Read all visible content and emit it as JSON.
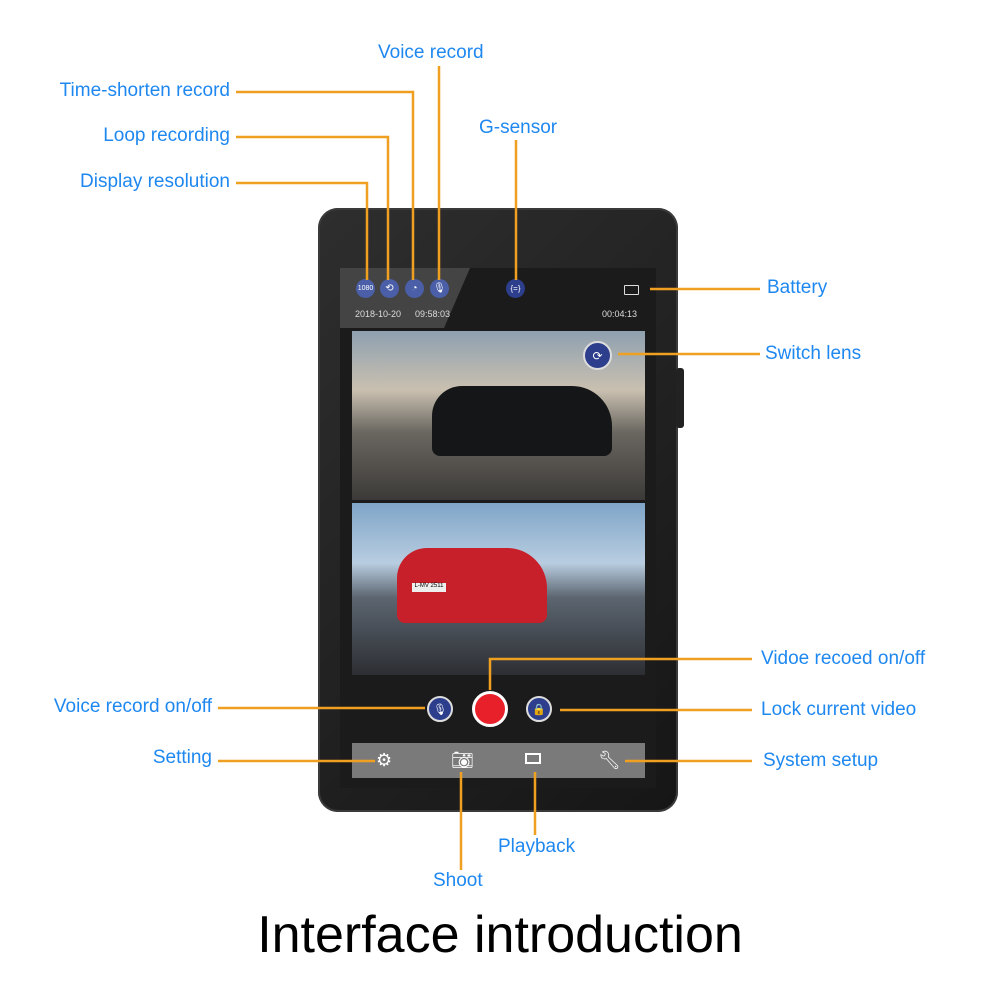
{
  "labels": {
    "voice_record": "Voice record",
    "time_shorten_record": "Time-shorten record",
    "loop_recording": "Loop recording",
    "display_resolution": "Display resolution",
    "g_sensor": "G-sensor",
    "battery": "Battery",
    "switch_lens": "Switch lens",
    "video_record_onoff": "Vidoe recoed on/off",
    "lock_current_video": "Lock current video",
    "voice_record_onoff": "Voice record on/off",
    "setting": "Setting",
    "system_setup": "System setup",
    "shoot": "Shoot",
    "playback": "Playback"
  },
  "screen": {
    "resolution_badge": "1080",
    "date": "2018-10-20",
    "time": "09:58:03",
    "elapsed": "00:04:13",
    "plate": "L-MV 2511"
  },
  "title": "Interface introduction",
  "colors": {
    "label": "#1e88f0",
    "leader": "#f0a020",
    "record": "#e8202a",
    "icon": "#2c3e8c"
  }
}
